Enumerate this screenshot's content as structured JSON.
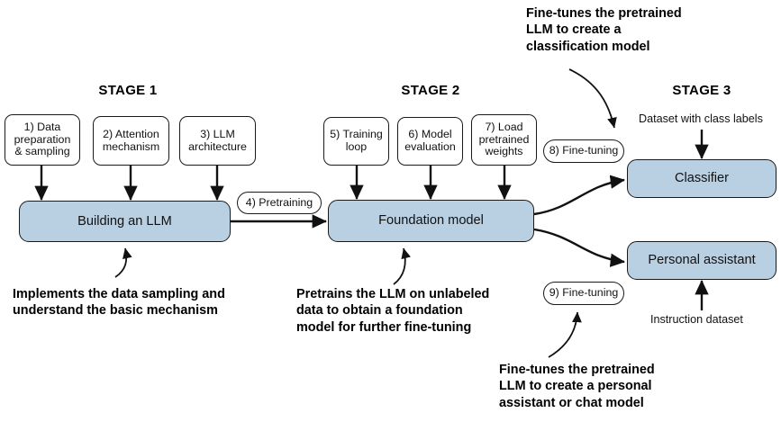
{
  "diagram": {
    "title": "Three-stage LLM building workflow",
    "accent_fill": "#b9cfe2",
    "stroke": "#1a1a1a",
    "stages": [
      {
        "id": "stage1",
        "label": "STAGE 1"
      },
      {
        "id": "stage2",
        "label": "STAGE 2"
      },
      {
        "id": "stage3",
        "label": "STAGE 3"
      }
    ],
    "stage1_steps": [
      {
        "id": "step1",
        "label": "1) Data\npreparation\n& sampling"
      },
      {
        "id": "step2",
        "label": "2) Attention\nmechanism"
      },
      {
        "id": "step3",
        "label": "3) LLM\narchitecture"
      }
    ],
    "stage2_steps": [
      {
        "id": "step5",
        "label": "5) Training\nloop"
      },
      {
        "id": "step6",
        "label": "6) Model\nevaluation"
      },
      {
        "id": "step7",
        "label": "7) Load\npretrained\nweights"
      }
    ],
    "pills": [
      {
        "id": "pretraining",
        "label": "4) Pretraining"
      },
      {
        "id": "finetuning8",
        "label": "8) Fine-tuning"
      },
      {
        "id": "finetuning9",
        "label": "9) Fine-tuning"
      }
    ],
    "main_boxes": [
      {
        "id": "building-llm",
        "label": "Building an LLM"
      },
      {
        "id": "foundation-model",
        "label": "Foundation model"
      }
    ],
    "output_boxes": [
      {
        "id": "classifier",
        "label": "Classifier"
      },
      {
        "id": "personal-assistant",
        "label": "Personal assistant"
      }
    ],
    "dataset_labels": [
      {
        "id": "class-labels",
        "label": "Dataset with class labels"
      },
      {
        "id": "instruction-dataset",
        "label": "Instruction dataset"
      }
    ],
    "annotations": [
      {
        "id": "annot-classification",
        "label": "Fine-tunes the pretrained\nLLM to create a\nclassification model"
      },
      {
        "id": "annot-stage1",
        "label": "Implements the data sampling and\nunderstand the basic mechanism"
      },
      {
        "id": "annot-stage2",
        "label": "Pretrains the LLM on unlabeled\ndata to obtain a foundation\nmodel for further fine-tuning"
      },
      {
        "id": "annot-assistant",
        "label": "Fine-tunes the pretrained\nLLM to create a personal\nassistant or chat model"
      }
    ]
  }
}
